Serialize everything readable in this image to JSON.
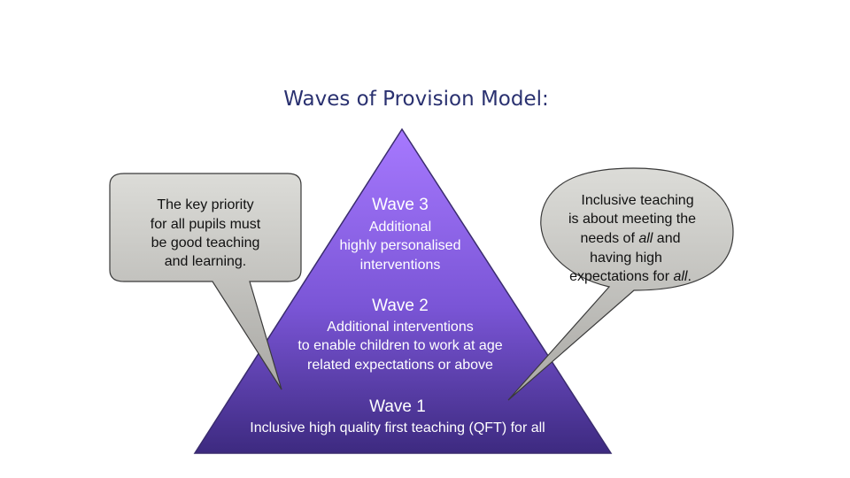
{
  "title": "Waves of Provision Model:",
  "pyramid": {
    "colors": {
      "top": "#a779ff",
      "mid": "#7a55d6",
      "bottom": "#3d2a80",
      "edge": "#3a2c6e"
    },
    "waves": [
      {
        "heading": "Wave 3",
        "lines": [
          "Additional",
          "highly personalised",
          "interventions"
        ]
      },
      {
        "heading": "Wave 2",
        "lines": [
          "Additional interventions",
          "to enable children to work at age",
          "related expectations or above"
        ]
      },
      {
        "heading": "Wave 1",
        "lines": [
          "Inclusive high quality first teaching (QFT) for all"
        ]
      }
    ]
  },
  "callouts": {
    "left": {
      "lines": [
        "The key priority",
        "for all pupils must",
        "be good teaching",
        "and learning."
      ]
    },
    "right": {
      "line1": "Inclusive teaching",
      "line2": "is about meeting the",
      "line3_pre": "needs of ",
      "line3_em": "all",
      "line3_post": " and",
      "line4": "having high",
      "line5_pre": "expectations for ",
      "line5_em": "all",
      "line5_post": "."
    },
    "fill_light": "#dcdcd8",
    "fill_dark": "#a9a8a4",
    "stroke": "#3a3a3a"
  }
}
